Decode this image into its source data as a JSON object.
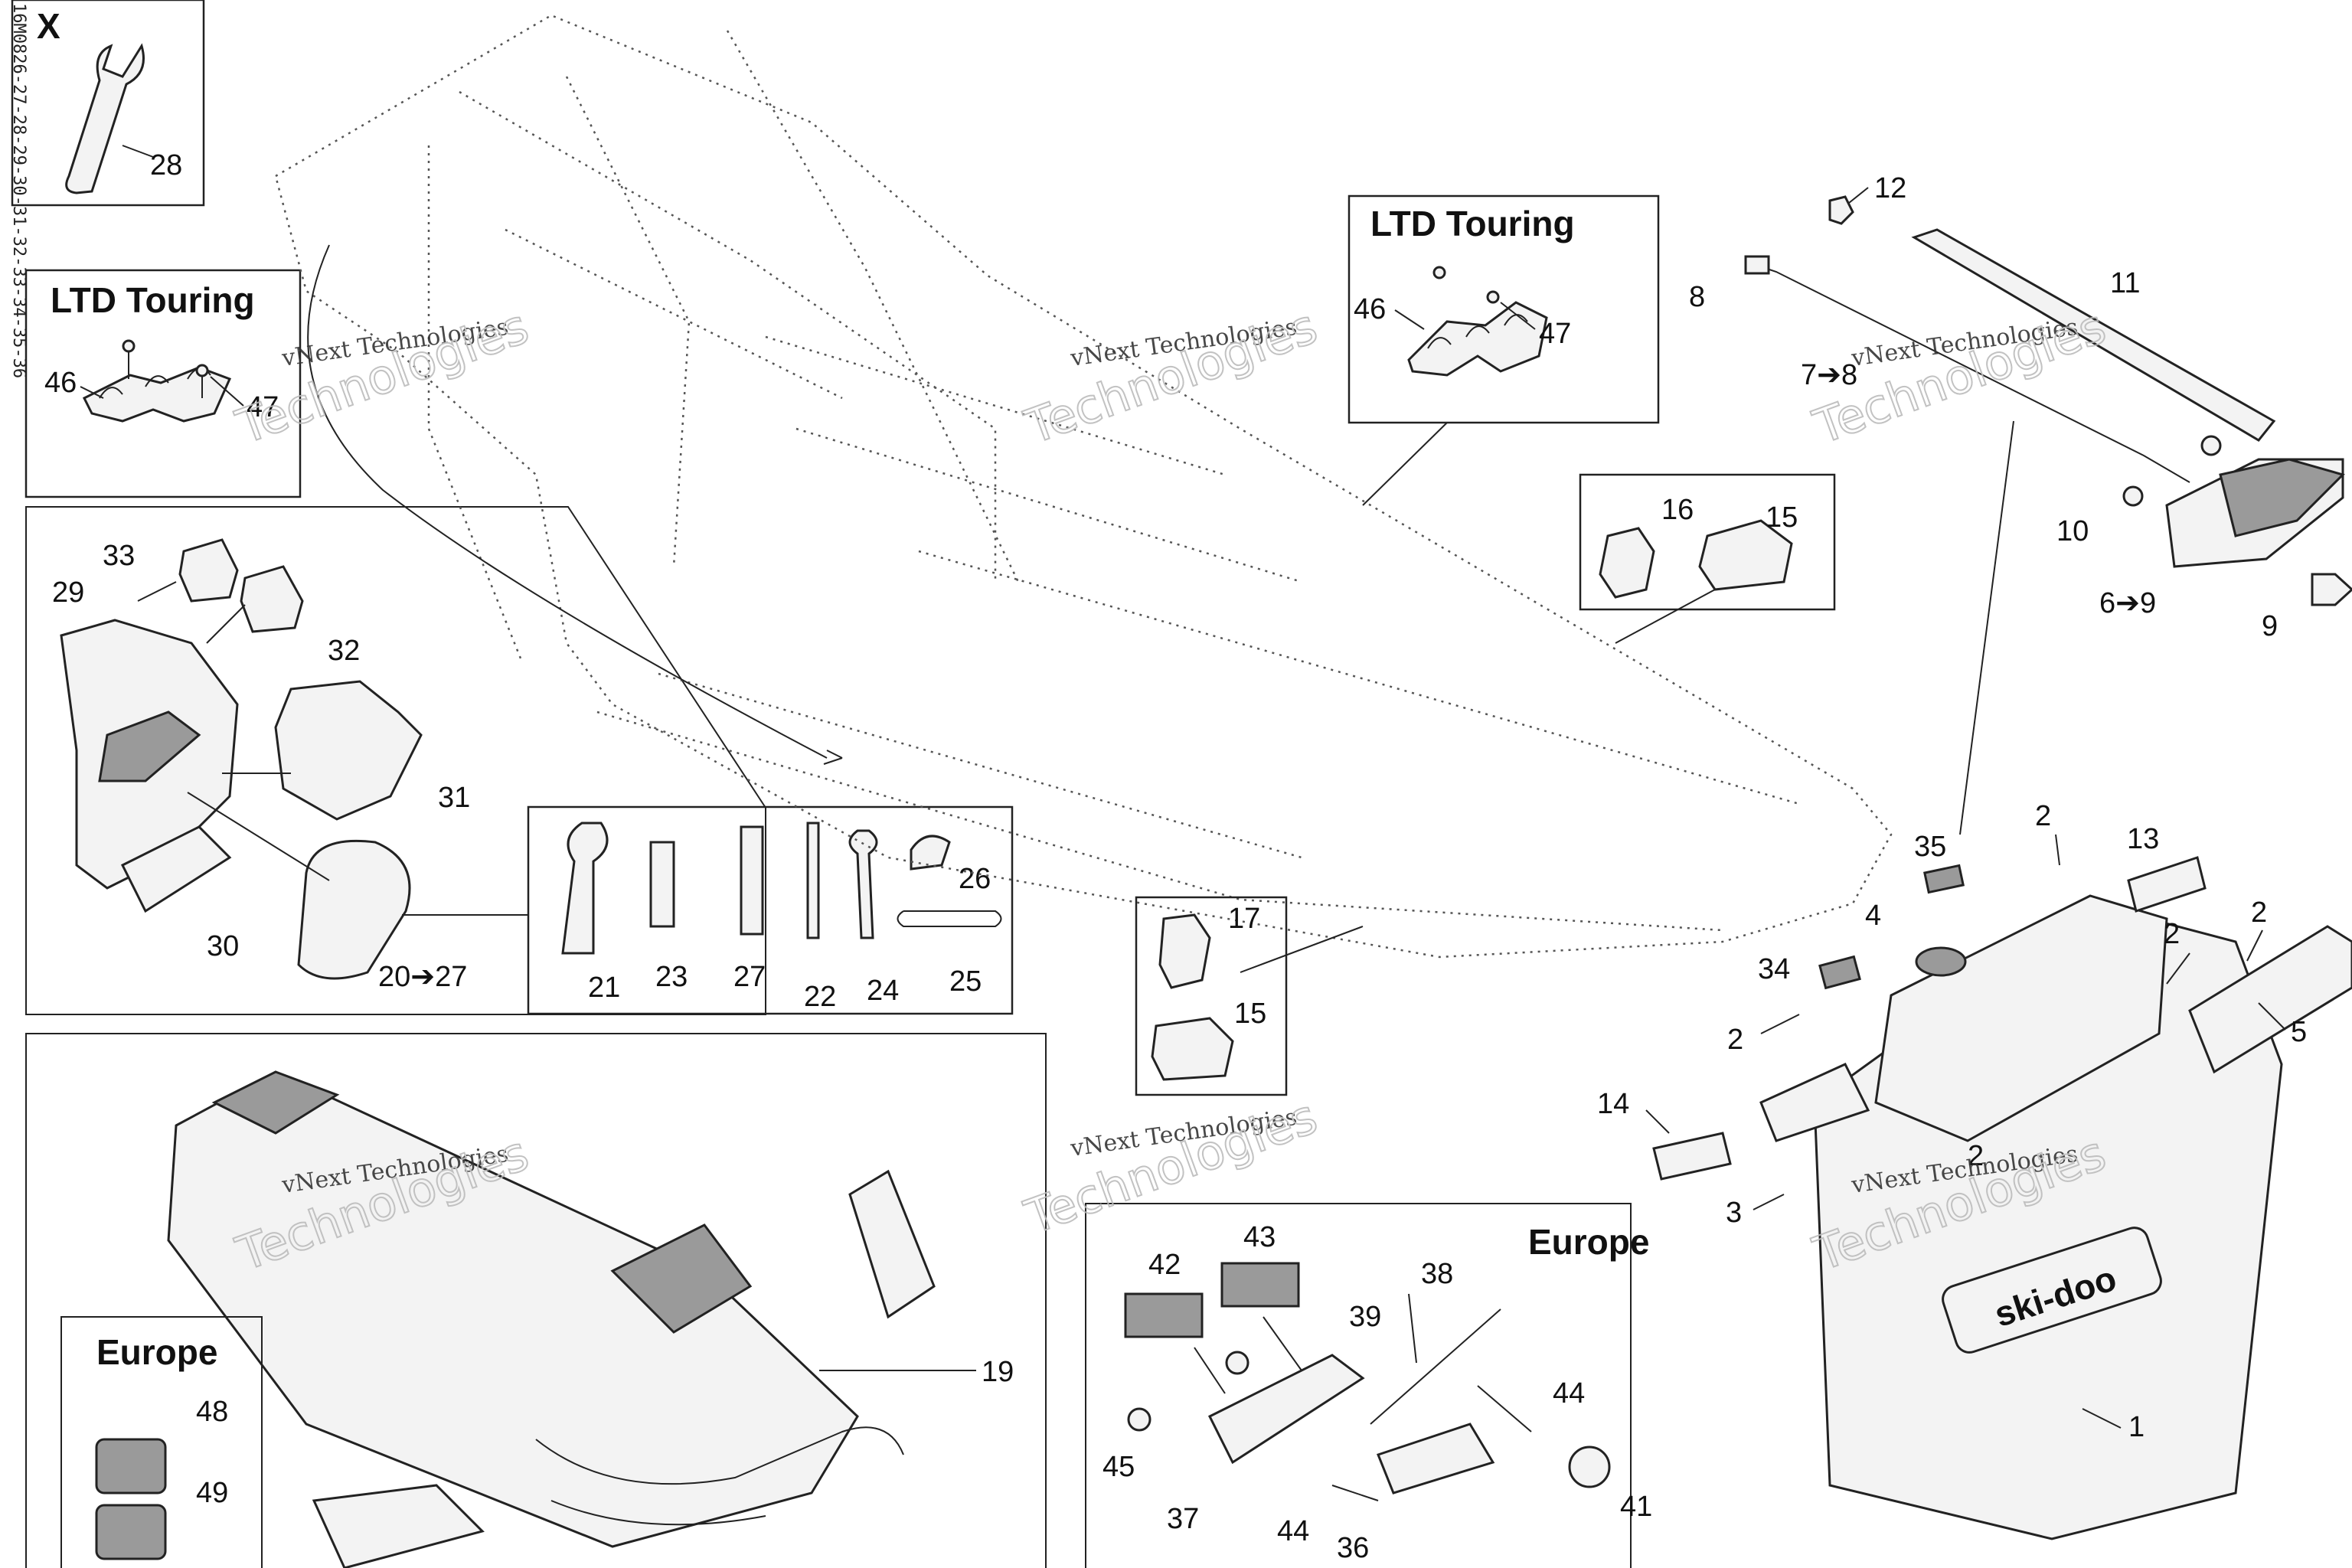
{
  "doc_code": "16M0826-27-28-29-30-31-32-33-34-35-36",
  "titles": {
    "x_box": "X",
    "ltd_left": "LTD Touring",
    "ltd_right": "LTD Touring",
    "europe_bottom_left": "Europe",
    "europe_center": "Europe"
  },
  "watermark": {
    "line1": "vNext Technologies",
    "line2": "Technologies",
    "line3": "vNext"
  },
  "callouts": {
    "c1": "1",
    "c2a": "2",
    "c2b": "2",
    "c2c": "2",
    "c2d": "2",
    "c2e": "2",
    "c3": "3",
    "c4": "4",
    "c5": "5",
    "c6_9": "6➔9",
    "c7_8": "7➔8",
    "c8": "8",
    "c9": "9",
    "c10": "10",
    "c11": "11",
    "c12": "12",
    "c13": "13",
    "c14": "14",
    "c15a": "15",
    "c15b": "15",
    "c16": "16",
    "c17": "17",
    "c19": "19",
    "c20_27": "20➔27",
    "c21": "21",
    "c22": "22",
    "c23": "23",
    "c24": "24",
    "c25": "25",
    "c26": "26",
    "c27": "27",
    "c28": "28",
    "c29": "29",
    "c30": "30",
    "c31": "31",
    "c32": "32",
    "c33": "33",
    "c34": "34",
    "c35": "35",
    "c36": "36",
    "c37": "37",
    "c38": "38",
    "c39": "39",
    "c41": "41",
    "c42": "42",
    "c43": "43",
    "c44a": "44",
    "c44b": "44",
    "c45": "45",
    "c46a": "46",
    "c46b": "46",
    "c47a": "47",
    "c47b": "47",
    "c48": "48",
    "c49": "49"
  },
  "brand_logo_text": "ski-doo"
}
